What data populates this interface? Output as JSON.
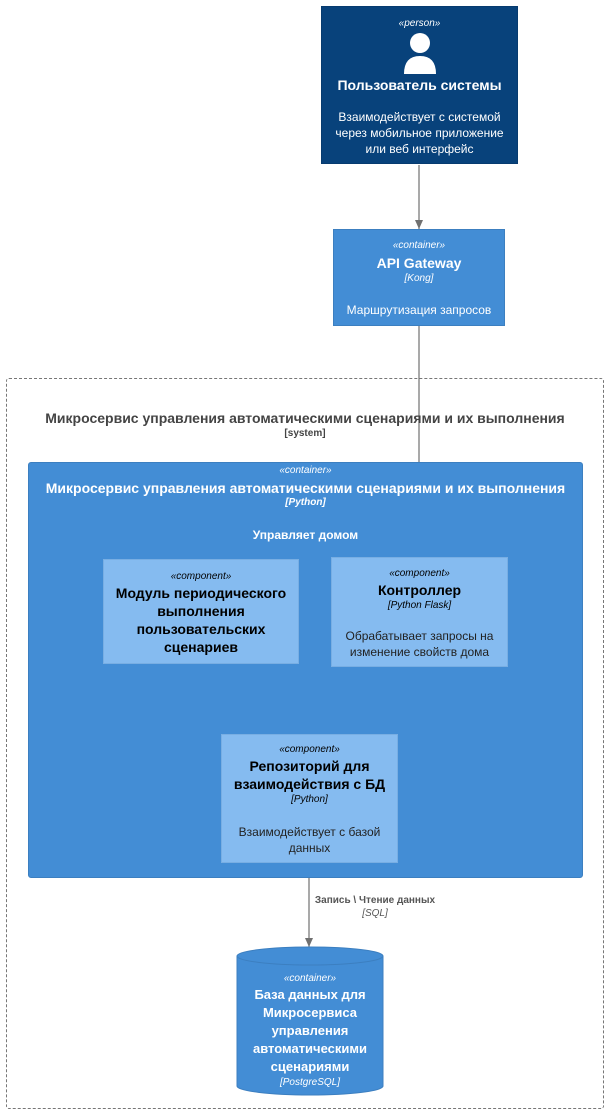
{
  "person": {
    "stereotype": "«person»",
    "name": "Пользователь системы",
    "description_lines": [
      "Взаимодействует с системой",
      "через мобильное приложение",
      "или веб интерфейс"
    ],
    "icon": "person-icon",
    "color": "#08427b"
  },
  "gateway": {
    "stereotype": "«container»",
    "name": "API Gateway",
    "technology": "[Kong]",
    "description": "Маршрутизация запросов",
    "color": "#438dd5"
  },
  "system_boundary": {
    "name": "Микросервис управления автоматическими сценариями и их выполнения",
    "type": "[system]"
  },
  "container": {
    "stereotype": "«container»",
    "name": "Микросервис управления автоматическими сценариями и их выполнения",
    "technology": "[Python]",
    "description": "Управляет домом",
    "color": "#438dd5"
  },
  "scheduler_component": {
    "stereotype": "«component»",
    "name_lines": [
      "Модуль периодического",
      "выполнения",
      "пользовательских",
      "сценариев"
    ],
    "color": "#85bbf0"
  },
  "controller_component": {
    "stereotype": "«component»",
    "name": "Контроллер",
    "technology": "[Python Flask]",
    "description_lines": [
      "Обрабатывает запросы на",
      "изменение свойств дома"
    ],
    "color": "#85bbf0"
  },
  "repository_component": {
    "stereotype": "«component»",
    "name_lines": [
      "Репозиторий для",
      "взаимодействия с БД"
    ],
    "technology": "[Python]",
    "description_lines": [
      "Взаимодействует с базой",
      "данных"
    ],
    "color": "#85bbf0"
  },
  "database": {
    "stereotype": "«container»",
    "name_lines": [
      "База данных для",
      "Микросервиса",
      "управления",
      "автоматическими",
      "сценариями"
    ],
    "technology": "[PostgreSQL]",
    "color": "#438dd5"
  },
  "relation_db": {
    "label": "Запись \\ Чтение данных",
    "technology": "[SQL]"
  }
}
